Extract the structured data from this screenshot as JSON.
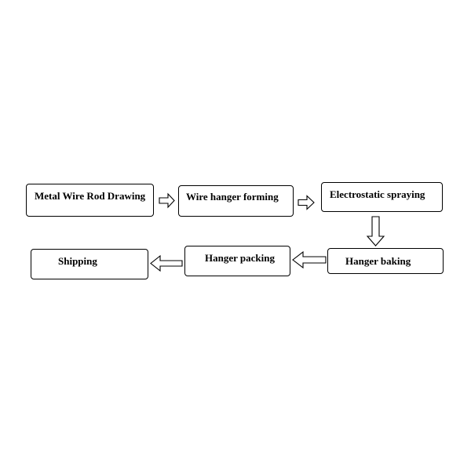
{
  "flowchart": {
    "steps": [
      {
        "id": "step1",
        "label": "Metal Wire Rod Drawing"
      },
      {
        "id": "step2",
        "label": "Wire hanger forming"
      },
      {
        "id": "step3",
        "label": "Electrostatic spraying"
      },
      {
        "id": "step4",
        "label": "Hanger baking"
      },
      {
        "id": "step5",
        "label": "Hanger packing"
      },
      {
        "id": "step6",
        "label": "Shipping"
      }
    ],
    "connections": [
      {
        "from": "step1",
        "to": "step2",
        "direction": "right"
      },
      {
        "from": "step2",
        "to": "step3",
        "direction": "right"
      },
      {
        "from": "step3",
        "to": "step4",
        "direction": "down"
      },
      {
        "from": "step4",
        "to": "step5",
        "direction": "left"
      },
      {
        "from": "step5",
        "to": "step6",
        "direction": "left"
      }
    ],
    "colors": {
      "stroke": "#000000",
      "fill": "#ffffff",
      "text": "#000000"
    }
  }
}
